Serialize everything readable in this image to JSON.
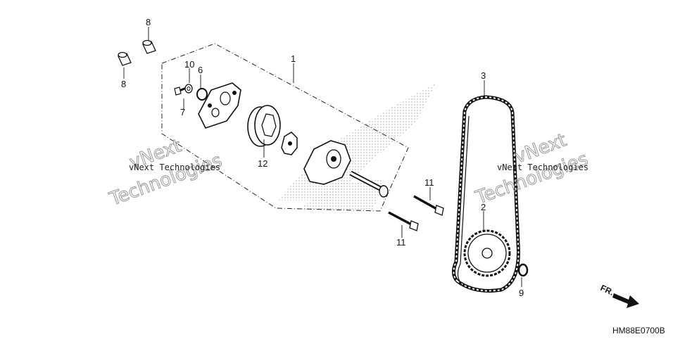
{
  "callouts": {
    "c1": "1",
    "c2": "2",
    "c3": "3",
    "c6": "6",
    "c7": "7",
    "c8a": "8",
    "c8b": "8",
    "c9": "9",
    "c10": "10",
    "c11a": "11",
    "c11b": "11",
    "c12": "12"
  },
  "watermarks": {
    "left_small": "vNext Technologies",
    "left_big_1": "vNext",
    "left_big_2": "Technologies",
    "right_small": "vNext Technologies",
    "right_big_1": "vNext",
    "right_big_2": "Technologies"
  },
  "direction_label": "FR.",
  "diagram_code": "HM88E0700B"
}
